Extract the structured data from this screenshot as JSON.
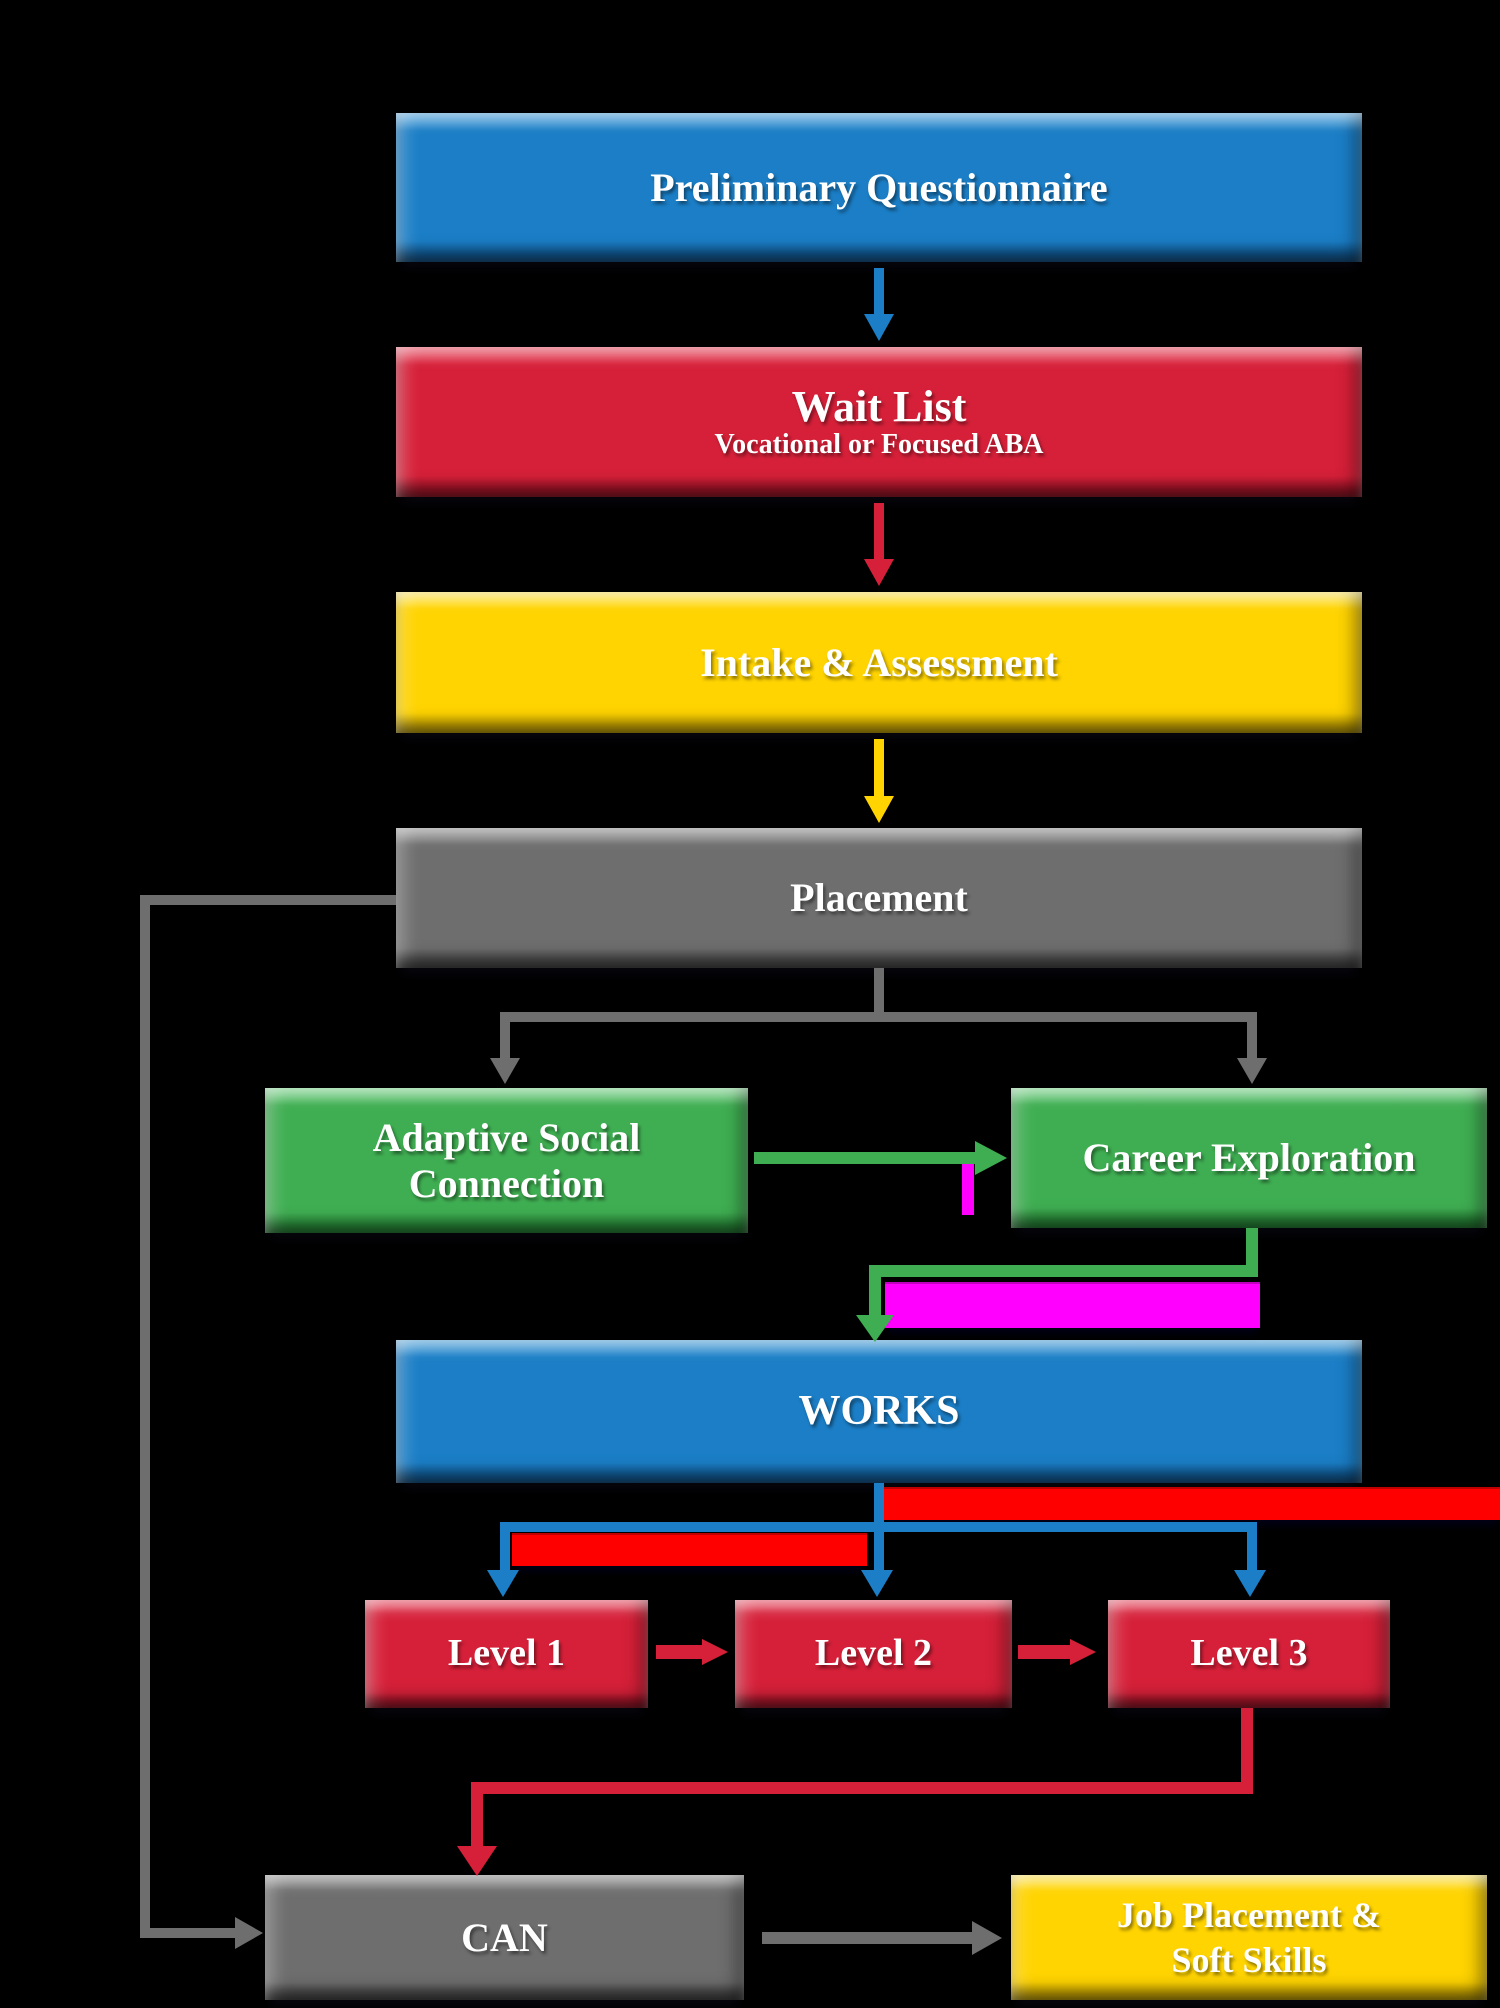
{
  "palette": {
    "background": "#000000",
    "text": "#ffffff",
    "blue": {
      "main": "#1b7ec6",
      "light": "#5aaae0",
      "dark": "#0d4e85"
    },
    "red": {
      "main": "#d62039",
      "light": "#ef5c70",
      "dark": "#8e0e20"
    },
    "yellow": {
      "main": "#ffd400",
      "light": "#ffe766",
      "dark": "#bf9c00"
    },
    "gray": {
      "main": "#6e6e6e",
      "light": "#999999",
      "dark": "#3f3f3f"
    },
    "green": {
      "main": "#3fae52",
      "light": "#82d892",
      "dark": "#1e7c2e"
    },
    "bright_red": "#ff0000",
    "magenta": "#ff00ff"
  },
  "flowchart": {
    "nodes": {
      "preliminary": {
        "label": "Preliminary Questionnaire",
        "color": "blue"
      },
      "waitlist": {
        "label": "Wait List",
        "sublabel": "Vocational or Focused ABA",
        "color": "red"
      },
      "intake": {
        "label": "Intake & Assessment",
        "color": "yellow"
      },
      "placement": {
        "label": "Placement",
        "color": "gray"
      },
      "adaptive": {
        "label": "Adaptive Social Connection",
        "lines": [
          "Adaptive Social",
          "Connection"
        ],
        "color": "green"
      },
      "career": {
        "label": "Career Exploration",
        "color": "green"
      },
      "works": {
        "label": "WORKS",
        "color": "blue"
      },
      "level1": {
        "label": "Level 1",
        "color": "red"
      },
      "level2": {
        "label": "Level 2",
        "color": "red"
      },
      "level3": {
        "label": "Level 3",
        "color": "red"
      },
      "can": {
        "label": "CAN",
        "color": "gray"
      },
      "job": {
        "label": "Job Placement & Soft Skills",
        "lines": [
          "Job Placement &",
          "Soft Skills"
        ],
        "color": "yellow"
      }
    },
    "edges": [
      {
        "from": "preliminary",
        "to": "waitlist",
        "color": "blue"
      },
      {
        "from": "waitlist",
        "to": "intake",
        "color": "red"
      },
      {
        "from": "intake",
        "to": "placement",
        "color": "yellow"
      },
      {
        "from": "placement",
        "to": "adaptive",
        "color": "gray"
      },
      {
        "from": "placement",
        "to": "career",
        "color": "gray"
      },
      {
        "from": "adaptive",
        "to": "career",
        "color": "green"
      },
      {
        "from": "career",
        "to": "works",
        "color": "green"
      },
      {
        "from": "works",
        "to": "level1",
        "color": "blue"
      },
      {
        "from": "works",
        "to": "level2",
        "color": "blue"
      },
      {
        "from": "works",
        "to": "level3",
        "color": "blue"
      },
      {
        "from": "level1",
        "to": "level2",
        "color": "red"
      },
      {
        "from": "level2",
        "to": "level3",
        "color": "red"
      },
      {
        "from": "level3",
        "to": "can",
        "color": "red"
      },
      {
        "from": "placement",
        "to": "can",
        "color": "gray"
      },
      {
        "from": "can",
        "to": "job",
        "color": "gray"
      }
    ],
    "decorative_bars": [
      {
        "color": "magenta",
        "position": "below-career-exploration"
      },
      {
        "color": "magenta",
        "position": "fragment-under-green-arrow"
      },
      {
        "color": "bright_red",
        "position": "below-works-right-wide"
      },
      {
        "color": "bright_red",
        "position": "below-works-left-short"
      }
    ]
  }
}
